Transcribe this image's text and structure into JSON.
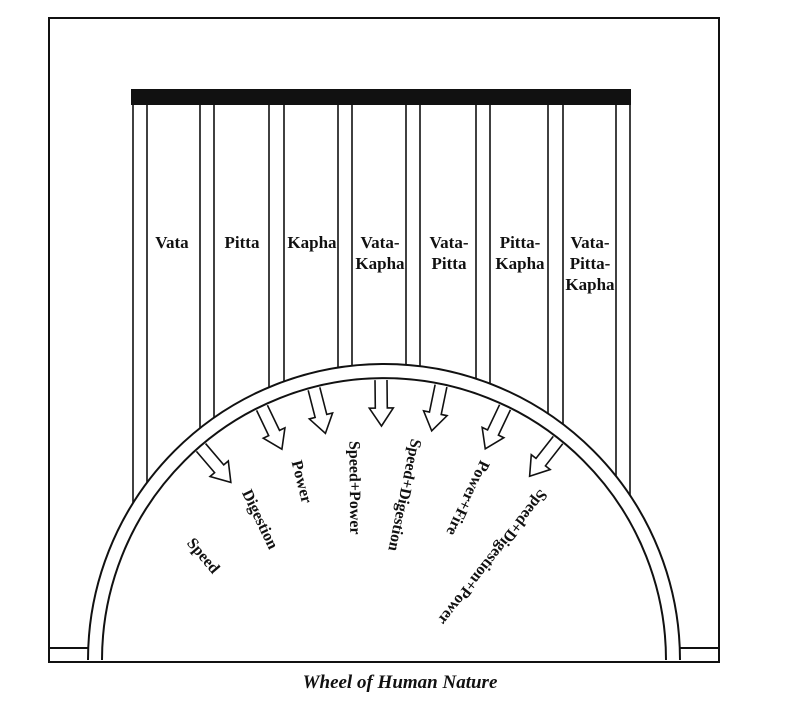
{
  "diagram": {
    "caption": "Wheel of Human Nature",
    "columns": [
      {
        "id": "vata",
        "lines": [
          "Vata"
        ]
      },
      {
        "id": "pitta",
        "lines": [
          "Pitta"
        ]
      },
      {
        "id": "kapha",
        "lines": [
          "Kapha"
        ]
      },
      {
        "id": "vata-kapha",
        "lines": [
          "Vata-",
          "Kapha"
        ]
      },
      {
        "id": "vata-pitta",
        "lines": [
          "Vata-",
          "Pitta"
        ]
      },
      {
        "id": "pitta-kapha",
        "lines": [
          "Pitta-",
          "Kapha"
        ]
      },
      {
        "id": "vata-pitta-kapha",
        "lines": [
          "Vata-",
          "Pitta-",
          "Kapha"
        ]
      }
    ],
    "functions": [
      {
        "id": "speed",
        "label": "Speed"
      },
      {
        "id": "digestion",
        "label": "Digestion"
      },
      {
        "id": "power",
        "label": "Power"
      },
      {
        "id": "speed-power",
        "label": "Speed+Power"
      },
      {
        "id": "speed-digestion",
        "label": "Speed+Digestion"
      },
      {
        "id": "power-fire",
        "label": "Power+Fire"
      },
      {
        "id": "speed-digestion-power",
        "label": "Speed+Digestion+Power"
      }
    ],
    "colors": {
      "ink": "#111111",
      "paper": "#ffffff"
    }
  }
}
